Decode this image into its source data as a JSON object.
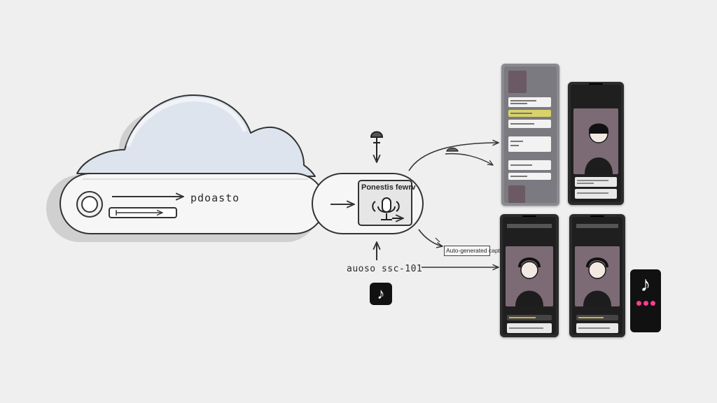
{
  "labels": {
    "pipeline": "pdoasto",
    "box_title": "Ponestis fewrv",
    "input": "auoso ssc-101",
    "captions": "Auto-generated captions"
  },
  "icons": [
    "mic-icon",
    "tiktok-icon",
    "headphone-icon",
    "arrow-icon"
  ],
  "colors": {
    "background": "#efefef",
    "cloud": "#dde4ee",
    "video": "#7c6a75",
    "phone": "#2b2b2b",
    "accent": "#ff3d8a"
  }
}
